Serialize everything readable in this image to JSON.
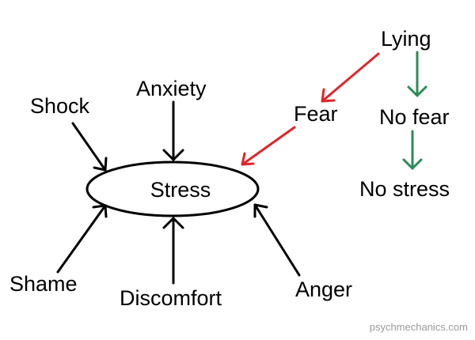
{
  "diagram": {
    "center_node": "Stress",
    "causes": [
      {
        "label": "Shock"
      },
      {
        "label": "Anxiety"
      },
      {
        "label": "Fear"
      },
      {
        "label": "Shame"
      },
      {
        "label": "Discomfort"
      },
      {
        "label": "Anger"
      }
    ],
    "lying_chain": {
      "source": "Lying",
      "path_red": "Fear",
      "path_green_1": "No fear",
      "path_green_2": "No stress"
    },
    "colors": {
      "black": "#000000",
      "red": "#e0262b",
      "green": "#2e8b57"
    },
    "watermark": "psychmechanics.com"
  }
}
